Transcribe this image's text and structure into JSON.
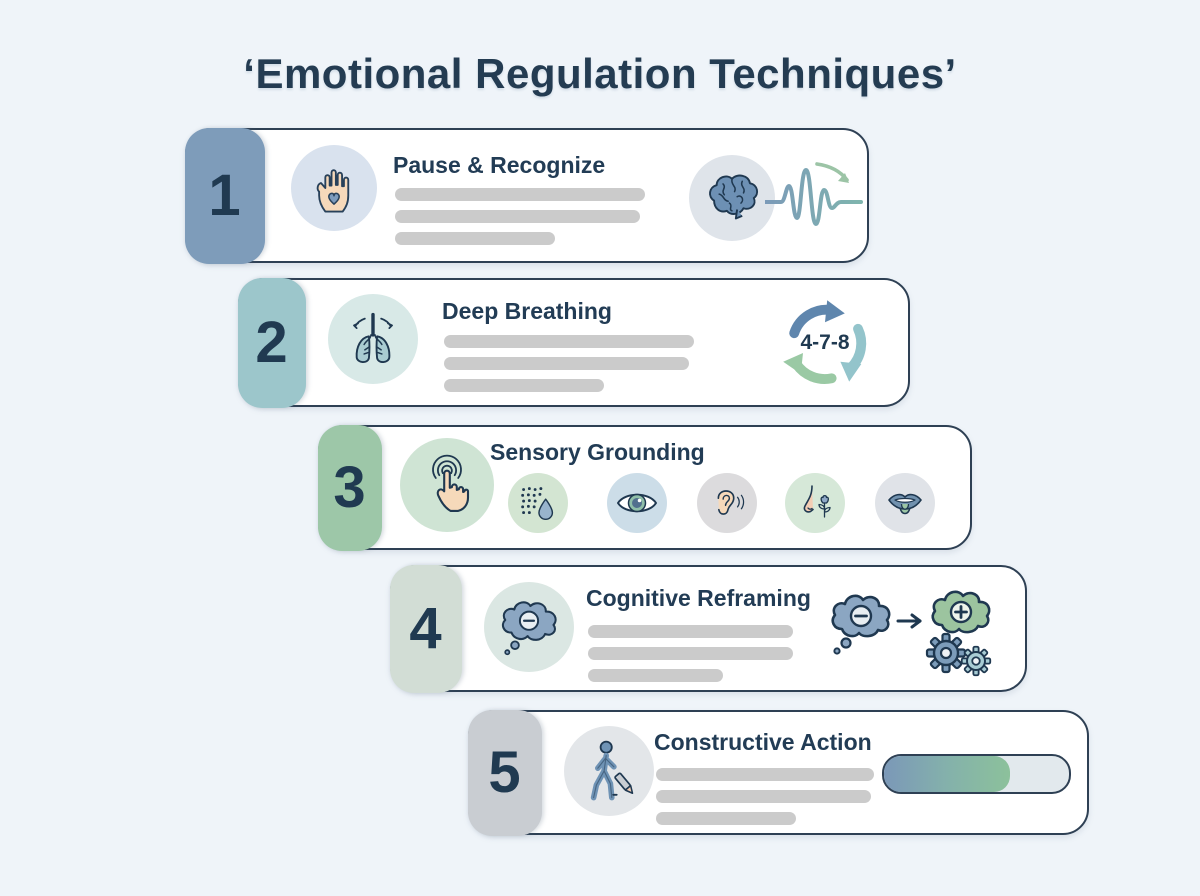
{
  "page": {
    "title": "‘Emotional Regulation Techniques’",
    "background_color": "#eff4f9",
    "text_color": "#243c52",
    "card_border_color": "#2e4054",
    "placeholder_bar_color": "#cbcbcb"
  },
  "steps": [
    {
      "number": "1",
      "title": "Pause & Recognize",
      "tab_color": "#7e9cba",
      "icon": "hand-heart-icon",
      "icon_circle_color": "#d9e2ee",
      "right_visual": {
        "type": "brain-wave",
        "icons": [
          "brain-icon",
          "waveform-icon",
          "calming-arrow-icon"
        ],
        "brain_circle_color": "#dfe4ea"
      },
      "placeholder_lines": 3
    },
    {
      "number": "2",
      "title": "Deep Breathing",
      "tab_color": "#9cc6cb",
      "icon": "lungs-icon",
      "icon_circle_color": "#d8e9e7",
      "right_visual": {
        "type": "breathing-cycle",
        "icons": [
          "cycle-arrows-icon"
        ],
        "label": "4-7-8",
        "arrow_colors": [
          "#5f86ad",
          "#93c4cb",
          "#9ac9a4"
        ]
      },
      "placeholder_lines": 3
    },
    {
      "number": "3",
      "title": "Sensory Grounding",
      "tab_color": "#9dc7a8",
      "icon": "touch-icon",
      "icon_circle_color": "#cfe4d4",
      "senses": [
        {
          "name": "texture-droplet-icon",
          "color": "#d3e5d2"
        },
        {
          "name": "eye-icon",
          "color": "#ccdde8"
        },
        {
          "name": "ear-icon",
          "color": "#dcdbdd"
        },
        {
          "name": "nose-flower-icon",
          "color": "#d6e8d8"
        },
        {
          "name": "mouth-tongue-icon",
          "color": "#e0e3e8"
        }
      ]
    },
    {
      "number": "4",
      "title": "Cognitive Reframing",
      "tab_color": "#d2ddd5",
      "icon": "negative-thought-icon",
      "icon_circle_color": "#dbe7e3",
      "right_visual": {
        "type": "reframe-transformation",
        "icons": [
          "negative-thought-icon",
          "arrow-right-icon",
          "positive-thought-icon",
          "gears-icon"
        ]
      },
      "placeholder_lines": 3
    },
    {
      "number": "5",
      "title": "Constructive Action",
      "tab_color": "#c9cdd2",
      "icon": "walking-pencil-icon",
      "icon_circle_color": "#e3e6e9",
      "right_visual": {
        "type": "progress-bar",
        "progress_percent": 68,
        "fill_width": "68%",
        "fill_colors": [
          "#7b98b8",
          "#8cc19b"
        ],
        "track_color": "#e2e9ed"
      },
      "placeholder_lines": 3
    }
  ]
}
